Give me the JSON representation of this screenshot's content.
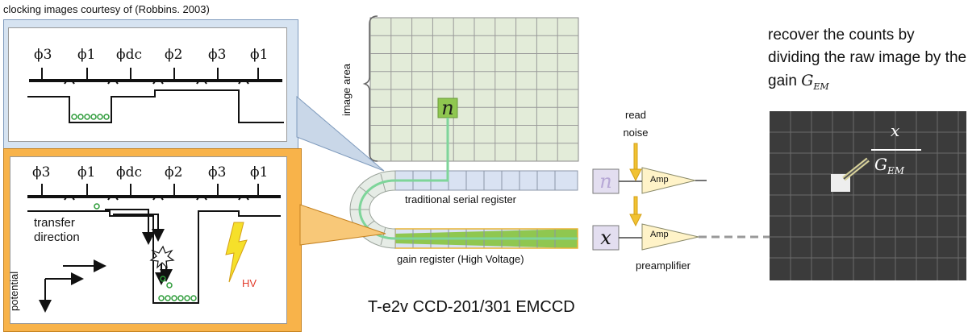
{
  "caption": "clocking images courtesy of (Robbins. 2003)",
  "phases": [
    "ϕ3",
    "ϕ1",
    "ϕdc",
    "ϕ2",
    "ϕ3",
    "ϕ1"
  ],
  "transfer_label": "transfer\ndirection",
  "potential_label": "potential",
  "hv_label": "HV",
  "image_area_label": "image area",
  "pixel_symbol": "n",
  "serial_register_label": "traditional serial register",
  "gain_register_label": "gain register (High Voltage)",
  "read_noise_label": "read\nnoise",
  "amp_label": "Amp",
  "preamplifier_label": "preamplifier",
  "output_top_symbol": "n",
  "output_bottom_symbol": "x",
  "recover_text": "recover the counts by dividing the raw image by the gain",
  "gain_symbol": "G",
  "gain_subscript": "EM",
  "fraction_numerator": "x",
  "title": "T-e2v CCD-201/301 EMCCD",
  "colors": {
    "blue_panel": "#d6e3f1",
    "orange_panel": "#f8b34a",
    "grid_green": "#e3ecd9",
    "pixel_green": "#8fc750",
    "register_blue": "#d9e2f2",
    "gain_green": "#8fc750",
    "amp_fill": "#fff3c8",
    "dark_panel": "#3b3b3b"
  }
}
